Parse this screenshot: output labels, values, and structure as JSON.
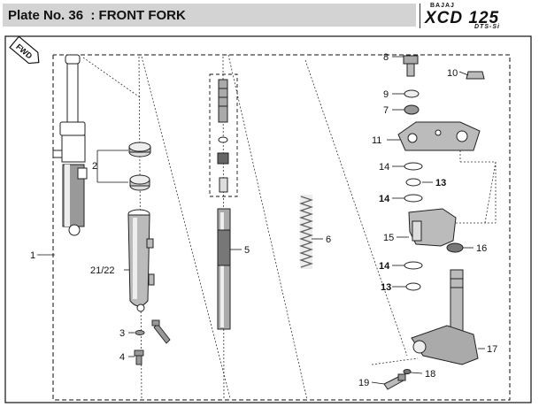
{
  "header": {
    "title": "Plate No. 36  : FRONT FORK",
    "brand_maker": "BAJAJ",
    "brand_model": "XCD 125",
    "brand_sub": "DTS-Si"
  },
  "diagram": {
    "direction_tag": "FWD",
    "callouts": [
      {
        "id": "1",
        "label": "1"
      },
      {
        "id": "2",
        "label": "2"
      },
      {
        "id": "3",
        "label": "3"
      },
      {
        "id": "4",
        "label": "4"
      },
      {
        "id": "5",
        "label": "5"
      },
      {
        "id": "6",
        "label": "6"
      },
      {
        "id": "7",
        "label": "7"
      },
      {
        "id": "8",
        "label": "8"
      },
      {
        "id": "9",
        "label": "9"
      },
      {
        "id": "10",
        "label": "10"
      },
      {
        "id": "11",
        "label": "11"
      },
      {
        "id": "13a",
        "label": "13"
      },
      {
        "id": "13b",
        "label": "13"
      },
      {
        "id": "14a",
        "label": "14"
      },
      {
        "id": "14b",
        "label": "14"
      },
      {
        "id": "14c",
        "label": "14"
      },
      {
        "id": "15",
        "label": "15"
      },
      {
        "id": "16",
        "label": "16"
      },
      {
        "id": "17",
        "label": "17"
      },
      {
        "id": "18",
        "label": "18"
      },
      {
        "id": "19",
        "label": "19"
      },
      {
        "id": "2122",
        "label": "21/22"
      }
    ]
  }
}
